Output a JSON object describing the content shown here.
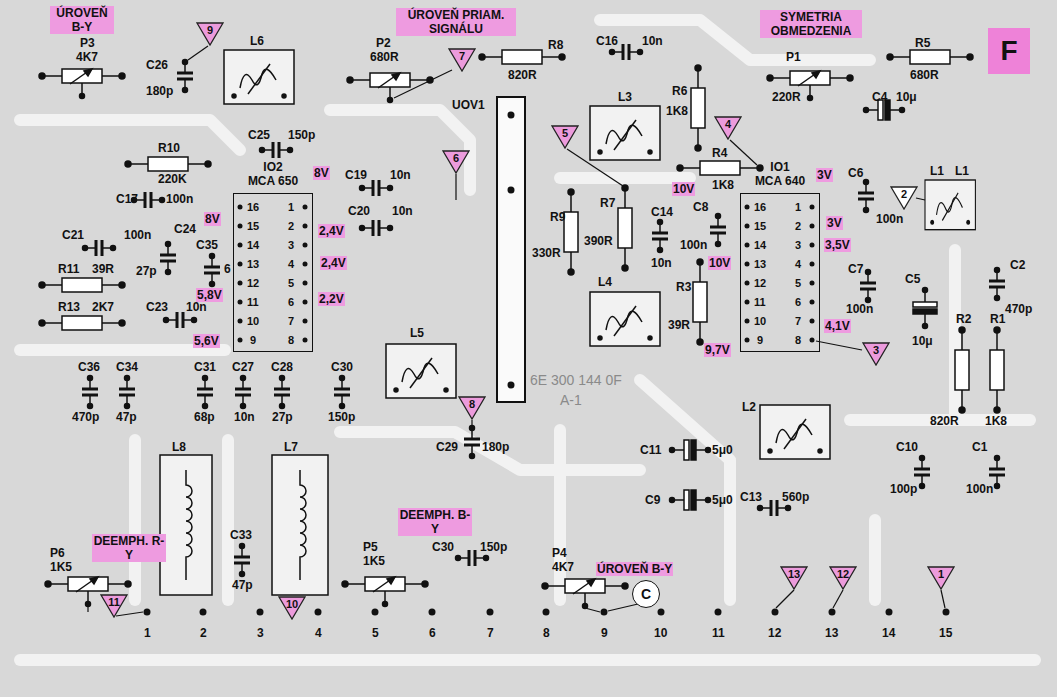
{
  "diagram": {
    "nodes": [
      {
        "text": [
          "9"
        ]
      },
      {
        "text": [
          "7"
        ]
      },
      {
        "text": [
          "F"
        ]
      },
      {
        "text": [
          "5"
        ]
      },
      {
        "text": [
          "4"
        ]
      },
      {
        "text": [
          "6"
        ]
      },
      {
        "text": [
          "IO2",
          "MCA 650"
        ]
      },
      {
        "text": [
          "IO1",
          "MCA 640"
        ]
      },
      {
        "text": [
          "2"
        ]
      },
      {
        "text": [
          "3"
        ]
      },
      {
        "text": [
          "8"
        ]
      },
      {
        "text": [
          "C"
        ]
      },
      {
        "text": [
          "11"
        ]
      },
      {
        "text": [
          "10"
        ]
      },
      {
        "text": [
          "13"
        ]
      },
      {
        "text": [
          "12"
        ]
      },
      {
        "text": [
          "1"
        ]
      }
    ],
    "labels": [
      "ÚROVEŇ B-Y",
      "P3",
      "4K7",
      "C26",
      "180p",
      "L6",
      "P2",
      "680R",
      "ÚROVEŇ PRIAM. SIGNÁLU",
      "R8",
      "820R",
      "C16",
      "10n",
      "SYMETRIA OBMEDZENIA",
      "P1",
      "220R",
      "R5",
      "680R",
      "R6",
      "1K8",
      "L3",
      "UOV1",
      "C4",
      "10μ",
      "C25",
      "150p",
      "R10",
      "220K",
      "C17",
      "100n",
      "R4",
      "1K8",
      "C6",
      "100n",
      "L1",
      "L1",
      "C19",
      "10n",
      "C20",
      "10n",
      "C21",
      "100n",
      "C24",
      "27p",
      "C35",
      "6",
      "R11",
      "39R",
      "R13",
      "2K7",
      "C23",
      "10n",
      "R9",
      "330R",
      "R7",
      "390R",
      "C14",
      "10n",
      "C8",
      "100n",
      "C7",
      "100n",
      "R3",
      "39R",
      "L4",
      "C5",
      "10μ",
      "C2",
      "470p",
      "R2",
      "820R",
      "R1",
      "1K8",
      "L5",
      "C29",
      "180p",
      "6E 300 144 0F",
      "A-1",
      "C36",
      "470p",
      "C34",
      "47p",
      "C31",
      "68p",
      "C27",
      "10n",
      "C28",
      "27p",
      "C30",
      "150p",
      "L8",
      "L7",
      "C33",
      "47p",
      "P6",
      "1K5",
      "DEEMPH. R-Y",
      "P5",
      "1K5",
      "DEEMPH. B-Y",
      "C30",
      "150p",
      "P4",
      "4K7",
      "ÚROVEŇ B-Y",
      "C11",
      "5μ0",
      "C9",
      "5μ0",
      "C13",
      "560p",
      "L2",
      "C10",
      "100p",
      "C1",
      "100n",
      "8V",
      "2,4V",
      "2,4V",
      "2,2V",
      "8V",
      "5,8V",
      "5,6V",
      "10V",
      "10V",
      "9,7V",
      "3V",
      "3V",
      "3,5V",
      "4,1V",
      "1",
      "2",
      "3",
      "4",
      "5",
      "6",
      "7",
      "8",
      "9",
      "10",
      "11",
      "12",
      "13",
      "14",
      "15",
      "16",
      "15",
      "14",
      "13",
      "12",
      "11",
      "10",
      "9",
      "1",
      "2",
      "3",
      "4",
      "5",
      "6",
      "7",
      "8",
      "16",
      "15",
      "14",
      "13",
      "12",
      "11",
      "10",
      "9",
      "1",
      "2",
      "3",
      "4",
      "5",
      "6",
      "7",
      "8"
    ]
  }
}
